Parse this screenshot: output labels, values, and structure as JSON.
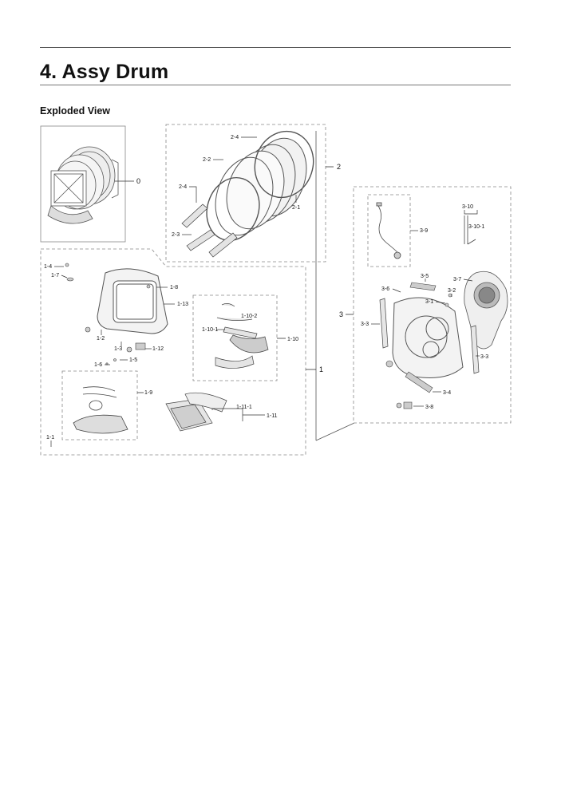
{
  "page": {
    "section_title": "4.  Assy Drum",
    "subtitle": "Exploded View"
  },
  "labels": {
    "g0": "0",
    "g2": "2",
    "g2_4a": "2-4",
    "g2_2": "2-2",
    "g2_4b": "2-4",
    "g2_1": "2-1",
    "g2_3": "2-3",
    "g1": "1",
    "g1_4": "1-4",
    "g1_7": "1-7",
    "g1_8": "1-8",
    "g1_13": "1-13",
    "g1_2": "1-2",
    "g1_3": "1-3",
    "g1_12": "1-12",
    "g1_5": "1-5",
    "g1_6": "1-6",
    "g1_10": "1-10",
    "g1_10_1": "1-10-1",
    "g1_10_2": "1-10-2",
    "g1_9": "1-9",
    "g1_1": "1-1",
    "g1_11": "1-11",
    "g1_11_1": "1-11-1",
    "g3": "3",
    "g3_9": "3-9",
    "g3_10": "3-10",
    "g3_10_1": "3-10-1",
    "g3_5": "3-5",
    "g3_6": "3-6",
    "g3_2": "3-2",
    "g3_1": "3-1",
    "g3_7": "3-7",
    "g3_3a": "3-3",
    "g3_3b": "3-3",
    "g3_4": "3-4",
    "g3_8": "3-8"
  }
}
